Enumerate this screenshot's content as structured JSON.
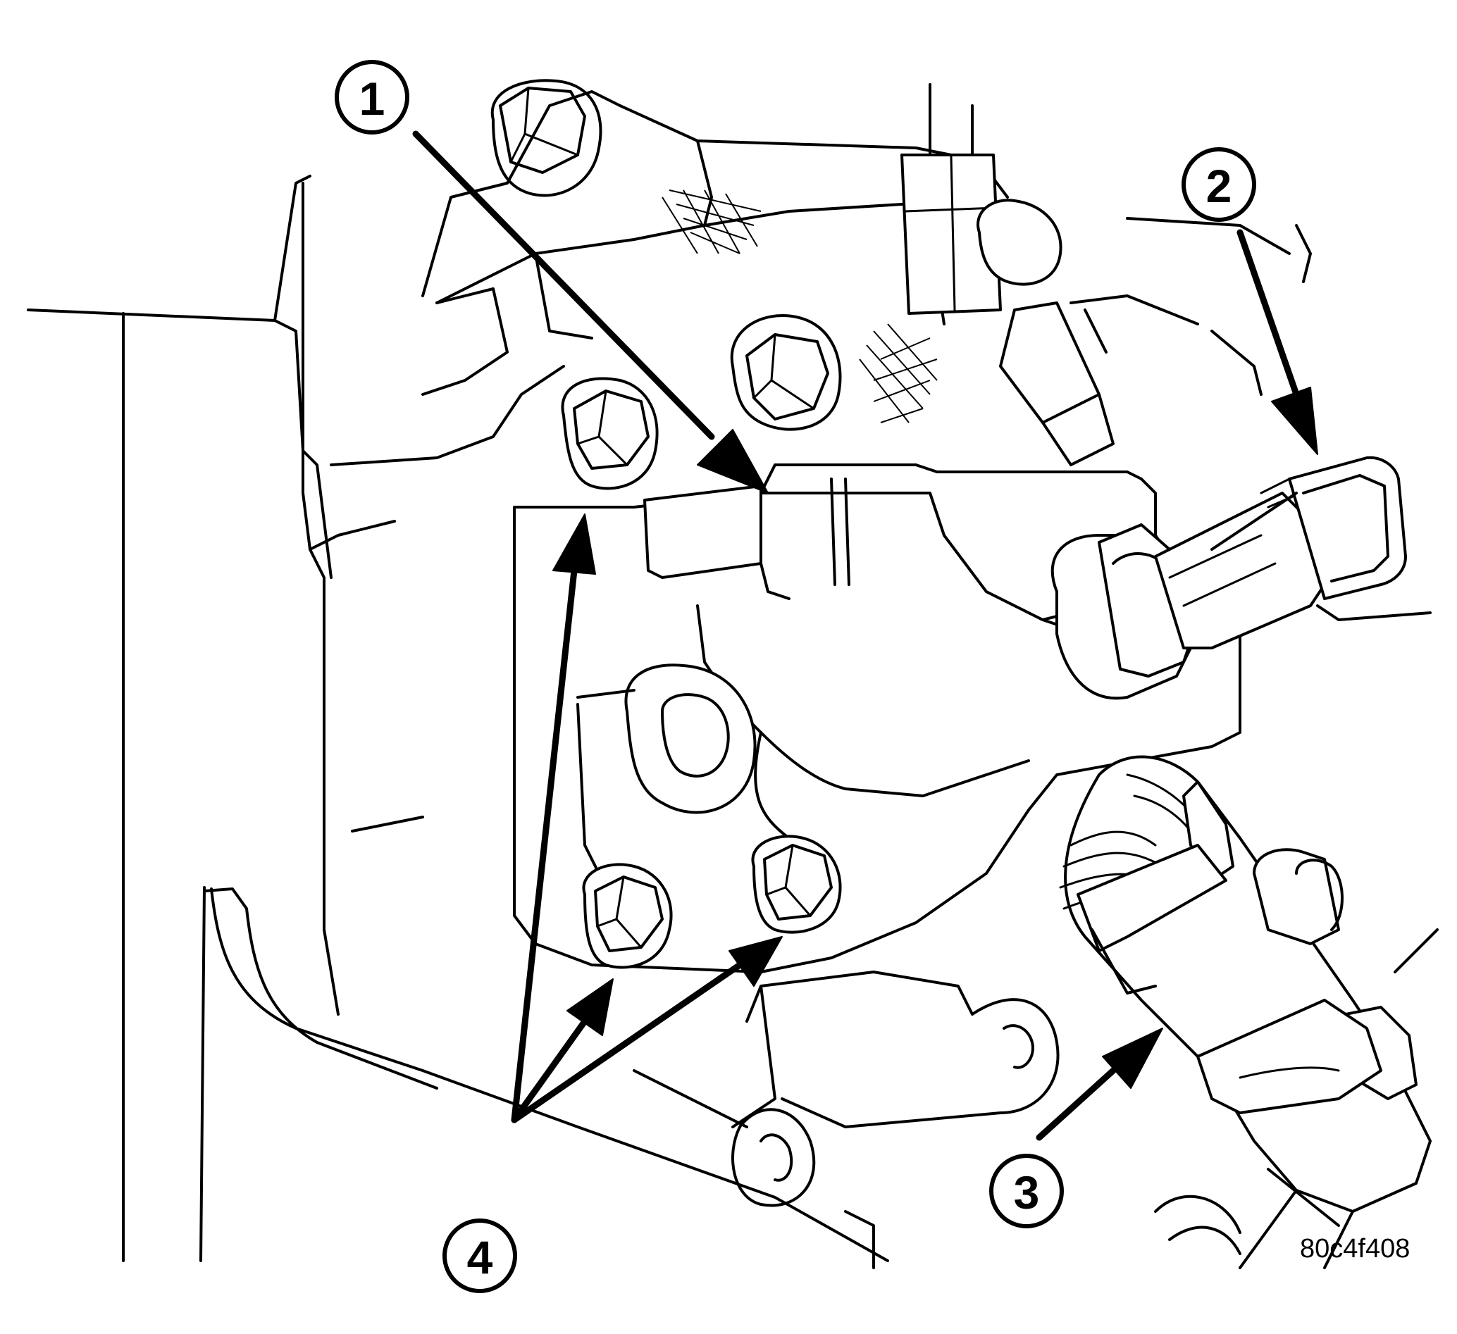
{
  "figure": {
    "callouts": [
      {
        "label": "1"
      },
      {
        "label": "2"
      },
      {
        "label": "3"
      },
      {
        "label": "4"
      }
    ],
    "code": "80c4f408"
  }
}
